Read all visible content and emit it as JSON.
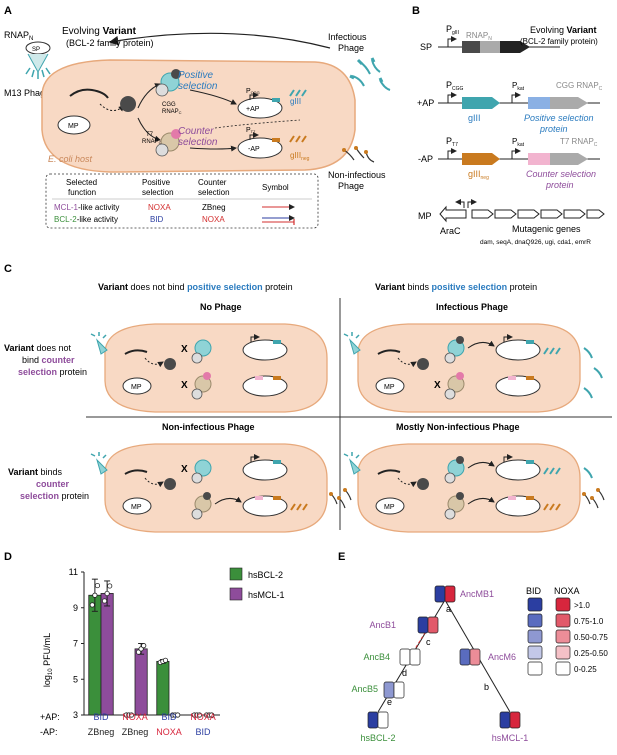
{
  "panels": {
    "a": "A",
    "b": "B",
    "c": "C",
    "d": "D",
    "e": "E"
  },
  "colors": {
    "host_fill": "#f8d9c4",
    "host_stroke": "#e7a97c",
    "teal": "#3fa5ae",
    "teal_light": "#8fd3d6",
    "dark_gray": "#4a4a4a",
    "tan": "#d9c7a8",
    "pink": "#e37aa9",
    "blue_text": "#2a7bbf",
    "purple_text": "#8e4c9b",
    "red": "#d32f2f",
    "navy": "#2c3e8f",
    "bid_blue": "#2b3ea1",
    "noxa_red": "#d7263d",
    "bcl2_green": "#3b8f3b",
    "mcl1_purple": "#8e4c9b",
    "orange": "#c97a1f"
  },
  "A": {
    "rnap_label": "RNAP",
    "rnap_sub": "N",
    "sp_label": "SP",
    "evolving_prefix": "Evolving ",
    "evolving_bold": "Variant",
    "evolving_sub": "(BCL-2 family protein)",
    "m13_label": "M13 Phage",
    "positive_selection": "Positive",
    "positive_selection2": "selection",
    "counter_selection": "Counter",
    "counter_selection2": "selection",
    "cgg_rnap": "CGG",
    "cgg_rnap2": "RNAP",
    "cgg_sub": "C",
    "t7_rnap": "T7",
    "t7_rnap2": "RNAP",
    "t7_sub": "C",
    "pcgg": "P",
    "pcgg_sub": "CGG",
    "pt7": "P",
    "pt7_sub": "T7",
    "plus_ap": "+AP",
    "minus_ap": "-AP",
    "mp": "MP",
    "giii": "gIII",
    "giii_neg": "gIII",
    "giii_neg_sub": "neg",
    "ecoli_host": "E. coli host",
    "infectious_phage": "Infectious",
    "infectious_phage2": "Phage",
    "noninfectious_phage": "Non-infectious",
    "noninfectious_phage2": "Phage",
    "table": {
      "headers": [
        "Selected",
        "function",
        "Positive",
        "selection",
        "Counter",
        "selection",
        "Symbol"
      ],
      "rows": [
        {
          "prefix": "MCL-1",
          "suffix": "-like activity",
          "positive": "NOXA",
          "counter": "ZBneg"
        },
        {
          "prefix": "BCL-2",
          "suffix": "-like activity",
          "positive": "BID",
          "counter": "NOXA"
        }
      ]
    }
  },
  "B": {
    "sp": "SP",
    "pgiii": "P",
    "pgiii_sub": "gIII",
    "rnapn": "RNAP",
    "rnapn_sub": "N",
    "evolving": "Evolving ",
    "evolving_bold": "Variant",
    "evolving_sub": "(BCL-2 family protein)",
    "plus_ap": "+AP",
    "minus_ap": "-AP",
    "pcgg": "P",
    "pcgg_sub": "CGG",
    "pkat": "P",
    "pkat_sub": "kat",
    "cgg_rnapc": "CGG RNAP",
    "c_sub": "C",
    "giii": "gIII",
    "positive_protein": "Positive selection",
    "positive_protein2": "protein",
    "pt7": "P",
    "pt7_sub": "T7",
    "pkat2": "P",
    "pkat2_sub": "kat",
    "t7_rnapc": "T7 RNAP",
    "c_sub2": "C",
    "giii_neg": "gIII",
    "giii_neg_sub": "neg",
    "counter_protein": "Counter selection",
    "counter_protein2": "protein",
    "mp": "MP",
    "arac": "AraC",
    "mutagenic": "Mutagenic genes",
    "mutagenic_list": "dam, seqA, dnaQ926, ugi, cda1, emrR"
  },
  "C": {
    "col1_a": "Variant",
    "col1_b": " does not bind ",
    "col1_c": "positive selection",
    "col1_d": " protein",
    "col2_a": "Variant",
    "col2_b": " binds ",
    "col2_c": "positive selection",
    "col2_d": " protein",
    "row1_a": "Variant",
    "row1_b": " does not",
    "row1_c": "bind ",
    "row1_d": "counter",
    "row1_e": "selection",
    "row1_f": " protein",
    "row2_a": "Variant",
    "row2_b": " binds",
    "row2_c": "counter",
    "row2_d": "selection",
    "row2_e": " protein",
    "cells": [
      "No Phage",
      "Infectious Phage",
      "Non-infectious Phage",
      "Mostly Non-infectious Phage"
    ],
    "mp": "MP",
    "x": "X"
  },
  "D": {
    "ylabel": "log",
    "ylabel_sub": "10",
    "ylabel_end": " PFU/mL",
    "yticks": [
      "3",
      "5",
      "7",
      "9",
      "11"
    ],
    "legend": [
      "hsBCL-2",
      "hsMCL-1"
    ],
    "plus_ap": "+AP:",
    "minus_ap": "-AP:",
    "ap_plus": [
      "BID",
      "NOXA",
      "BID",
      "NOXA"
    ],
    "ap_minus": [
      "ZBneg",
      "ZBneg",
      "NOXA",
      "BID"
    ]
  },
  "chart_data": {
    "type": "bar",
    "categories": [
      "BID / ZBneg",
      "NOXA / ZBneg",
      "BID / NOXA",
      "NOXA / BID"
    ],
    "ylabel": "log10 PFU/mL",
    "ylim": [
      3,
      11
    ],
    "series": [
      {
        "name": "hsBCL-2",
        "values": [
          9.7,
          3,
          6.0,
          3
        ],
        "errors": [
          0.9,
          0,
          0.1,
          0
        ]
      },
      {
        "name": "hsMCL-1",
        "values": [
          9.8,
          6.7,
          3,
          3
        ],
        "errors": [
          0.7,
          0.3,
          0,
          0
        ]
      }
    ]
  },
  "E": {
    "header_bid": "BID",
    "header_noxa": "NOXA",
    "scale": [
      ">1.0",
      "0.75-1.0",
      "0.50-0.75",
      "0.25-0.50",
      "0-0.25"
    ],
    "nodes": [
      "AncMB1",
      "AncB1",
      "AncB4",
      "AncM6",
      "AncB5",
      "hsBCL-2",
      "hsMCL-1"
    ],
    "branches": [
      "a",
      "c",
      "d",
      "b",
      "e"
    ]
  }
}
